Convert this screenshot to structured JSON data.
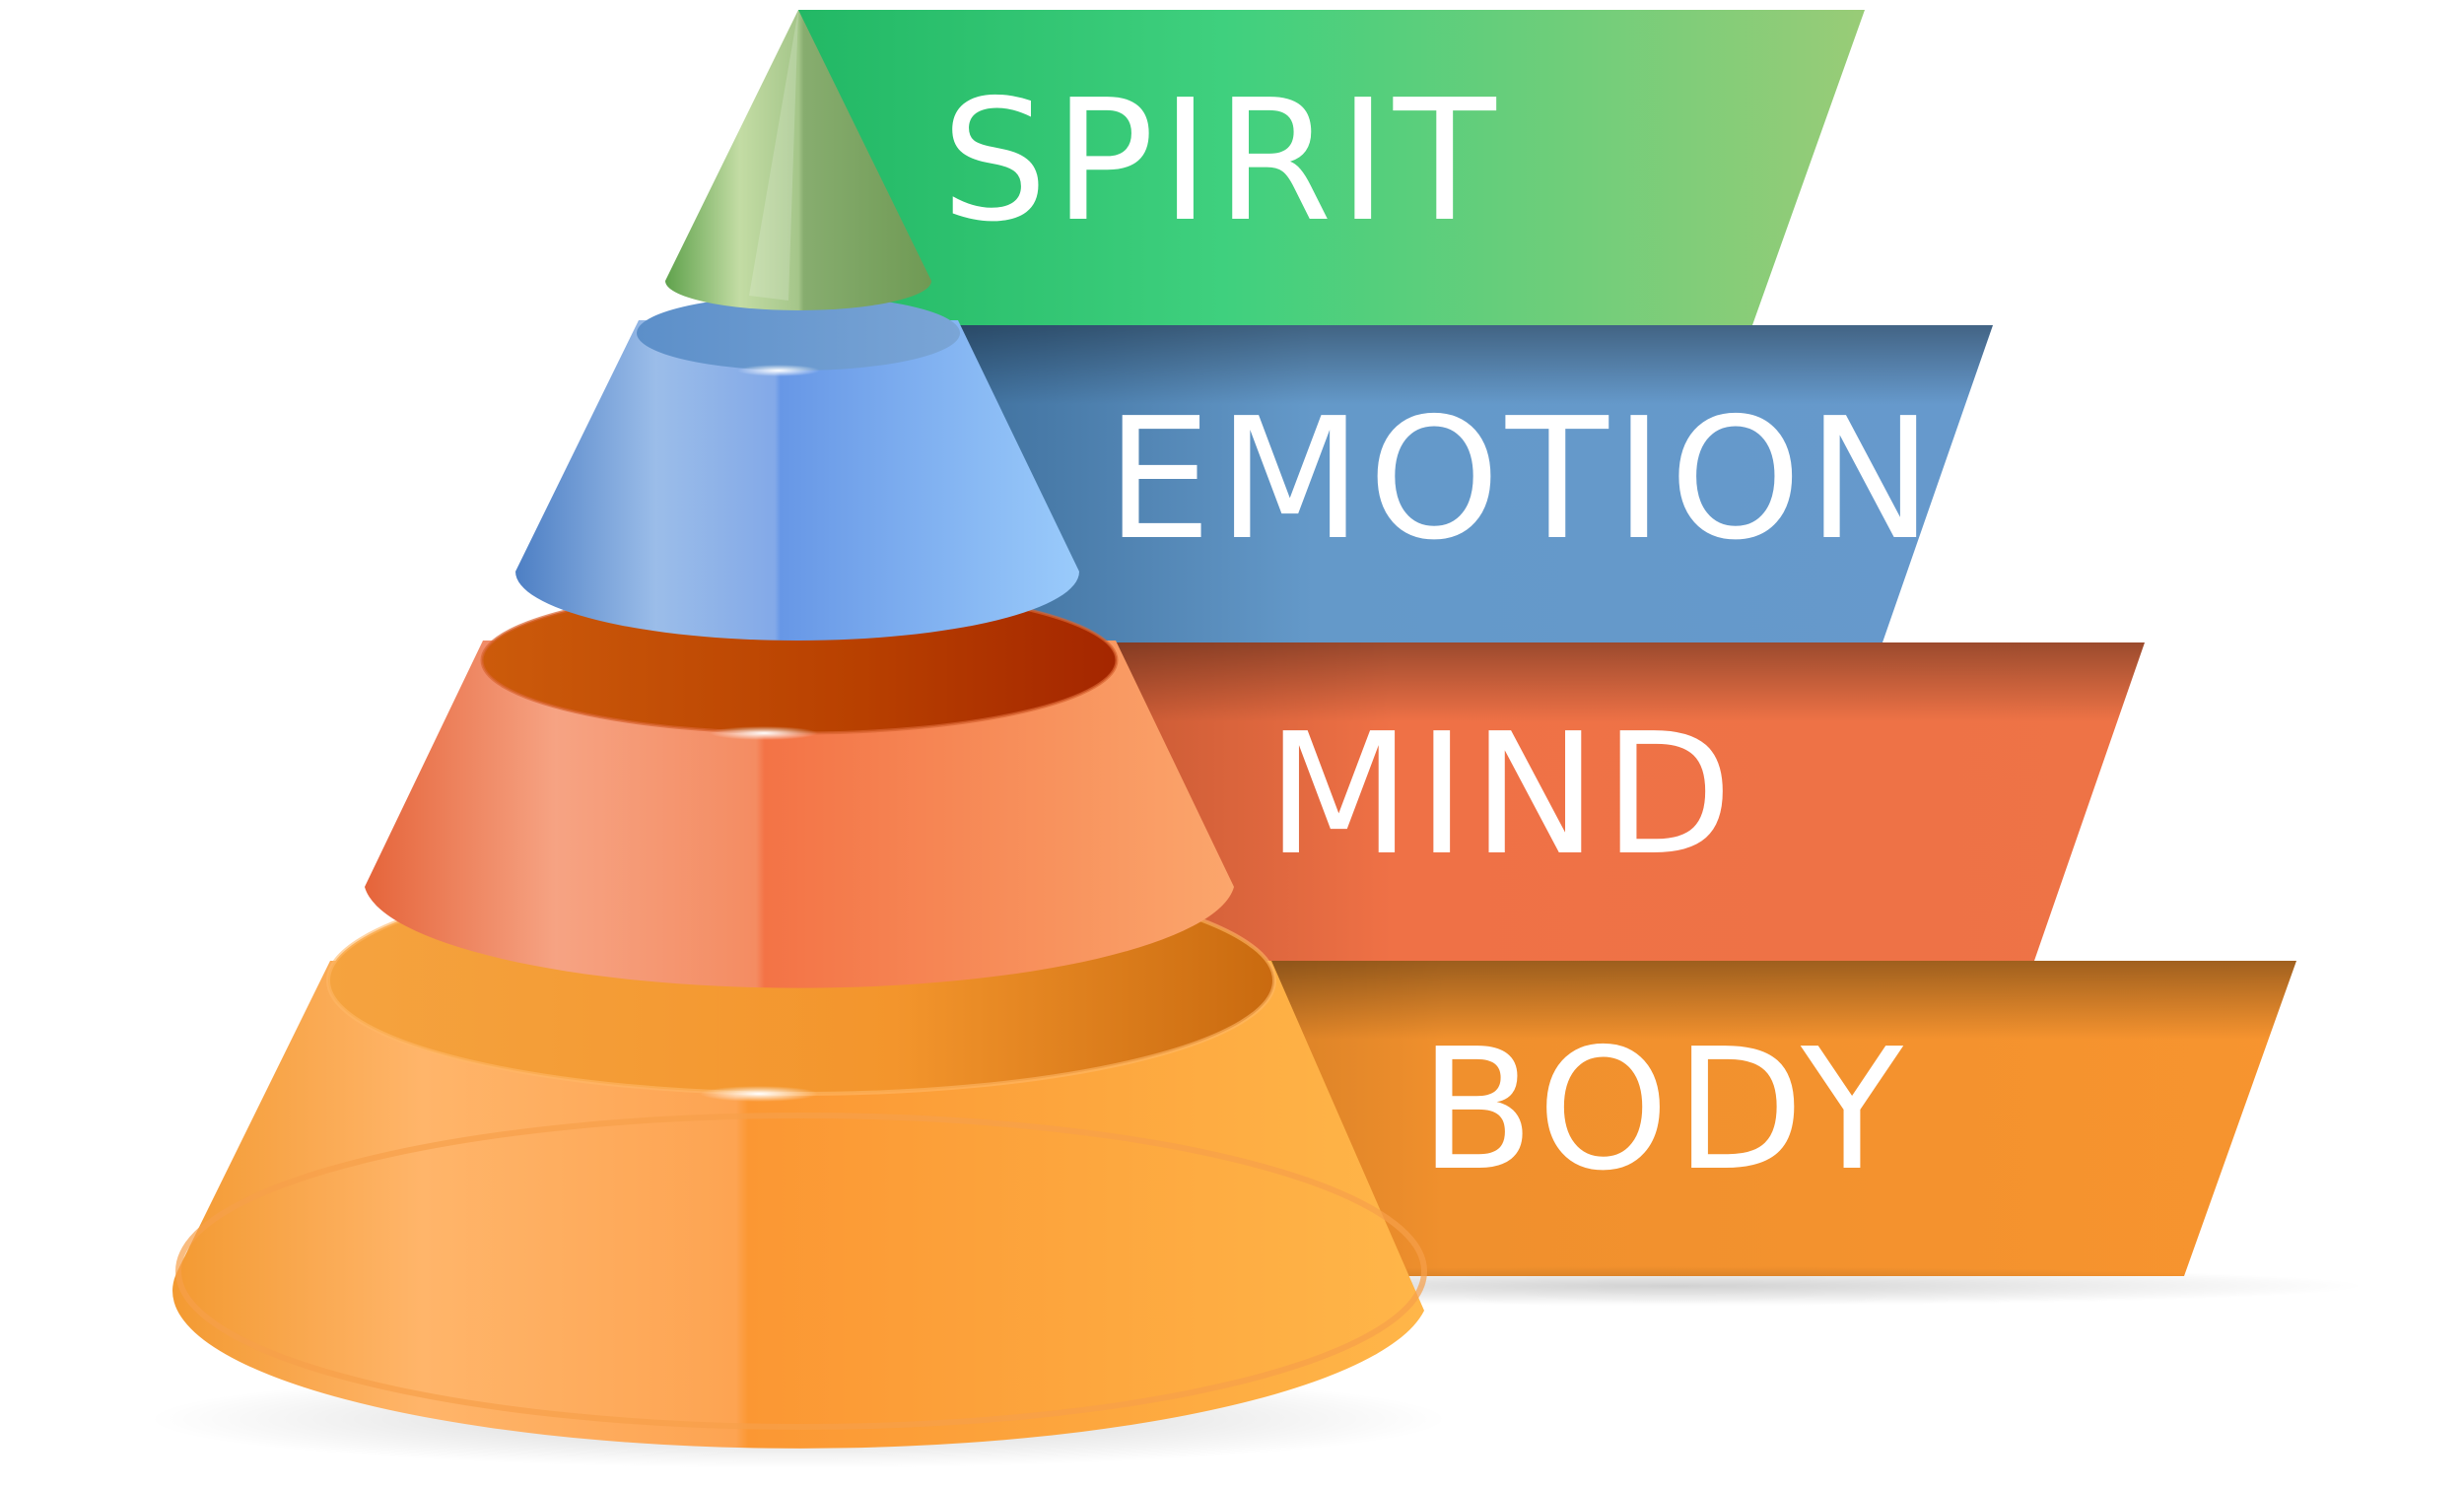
{
  "diagram": {
    "levels": [
      {
        "id": "spirit",
        "label": "SPIRIT",
        "color": "#3fca79"
      },
      {
        "id": "emotion",
        "label": "EMOTION",
        "color": "#6199c8"
      },
      {
        "id": "mind",
        "label": "MIND",
        "color": "#ef7146"
      },
      {
        "id": "body",
        "label": "BODY",
        "color": "#f5922e"
      }
    ]
  }
}
